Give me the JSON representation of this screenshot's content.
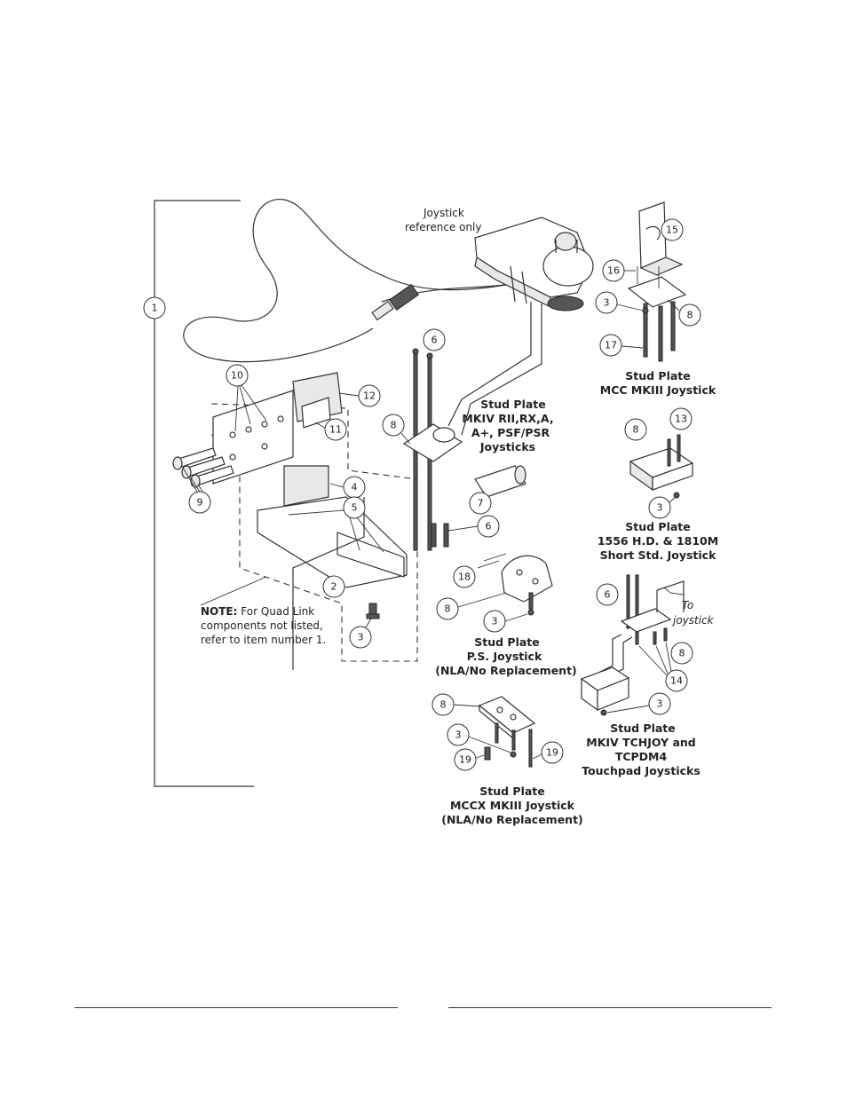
{
  "callouts": {
    "c1": "1",
    "c2": "2",
    "c3a": "3",
    "c3b": "3",
    "c3c": "3",
    "c3d": "3",
    "c3e": "3",
    "c3f": "3",
    "c4": "4",
    "c5": "5",
    "c6a": "6",
    "c6b": "6",
    "c6c": "6",
    "c7": "7",
    "c8a": "8",
    "c8b": "8",
    "c8c": "8",
    "c8d": "8",
    "c8e": "8",
    "c8f": "8",
    "c9": "9",
    "c10": "10",
    "c11": "11",
    "c12": "12",
    "c13": "13",
    "c14": "14",
    "c15": "15",
    "c16": "16",
    "c17": "17",
    "c18": "18",
    "c19a": "19",
    "c19b": "19"
  },
  "joystick_ref": {
    "line1": "Joystick",
    "line2": "reference only"
  },
  "to_joystick": {
    "line1": "To",
    "line2": "joystick"
  },
  "note": {
    "bold": "NOTE:",
    "line1": " For Quad Link",
    "line2": "components not listed,",
    "line3": "refer to item number 1."
  },
  "captions": {
    "mcc": [
      "Stud Plate",
      "MCC MKIII Joystick"
    ],
    "mkiv": [
      "Stud Plate",
      "MKIV RII,RX,A,",
      "A+, PSF/PSR",
      "Joysticks"
    ],
    "hd": [
      "Stud Plate",
      "1556 H.D. & 1810M",
      "Short Std. Joystick"
    ],
    "ps": [
      "Stud Plate",
      "P.S. Joystick",
      "(NLA/No Replacement)"
    ],
    "tch": [
      "Stud Plate",
      "MKIV TCHJOY and",
      "TCPDM4",
      "Touchpad Joysticks"
    ],
    "mccx": [
      "Stud Plate",
      "MCCX MKIII Joystick",
      "(NLA/No Replacement)"
    ]
  }
}
